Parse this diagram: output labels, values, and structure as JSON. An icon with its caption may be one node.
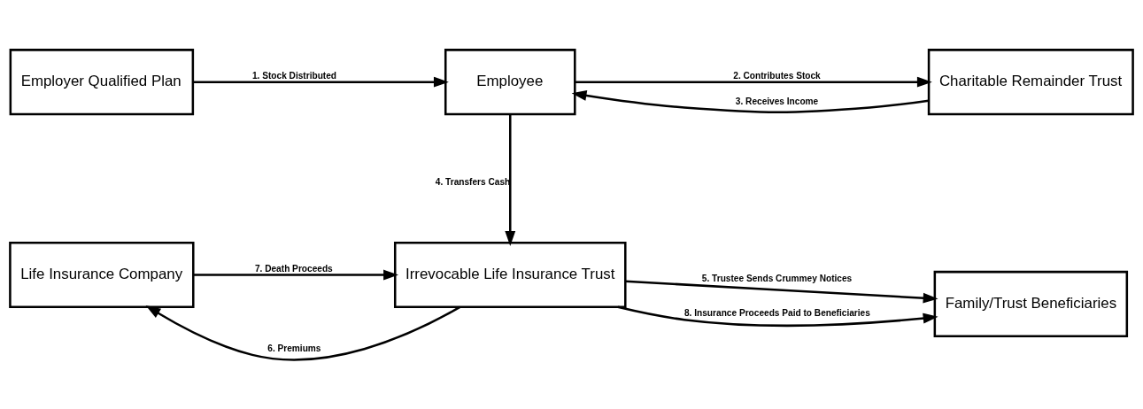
{
  "diagram": {
    "nodes": [
      {
        "text": [
          "Employer Qualified Plan"
        ]
      },
      {
        "text": [
          "Employee"
        ]
      },
      {
        "text": [
          "Charitable Remainder Trust"
        ]
      },
      {
        "text": [
          "Life Insurance Company"
        ]
      },
      {
        "text": [
          "Irrevocable Life Insurance Trust"
        ]
      },
      {
        "text": [
          "Family/Trust Beneficiaries"
        ]
      }
    ],
    "edges": [
      {
        "from": 0,
        "to": 1,
        "arrow": "to",
        "label": "1. Stock Distributed"
      },
      {
        "from": 1,
        "to": 2,
        "arrow": "to",
        "label": "2. Contributes Stock"
      },
      {
        "from": 2,
        "to": 1,
        "arrow": "to",
        "label": "3. Receives Income"
      },
      {
        "from": 1,
        "to": 4,
        "arrow": "to",
        "label": "4. Transfers Cash"
      },
      {
        "from": 4,
        "to": 5,
        "arrow": "to",
        "label": "5. Trustee Sends Crummey Notices"
      },
      {
        "from": 4,
        "to": 3,
        "arrow": "to",
        "label": "6. Premiums"
      },
      {
        "from": 3,
        "to": 4,
        "arrow": "to",
        "label": "7. Death Proceeds"
      },
      {
        "from": 4,
        "to": 5,
        "arrow": "to",
        "label": "8. Insurance Proceeds Paid to Beneficiaries"
      }
    ]
  }
}
